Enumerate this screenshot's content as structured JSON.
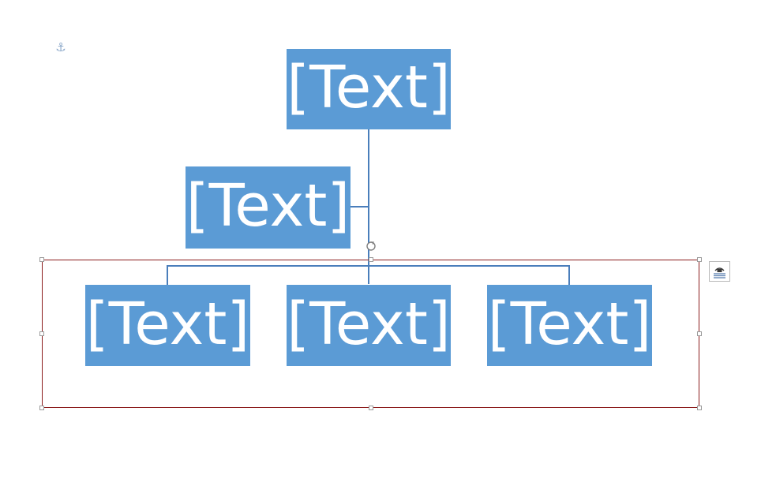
{
  "smartart": {
    "top_node": {
      "text": "[Text]"
    },
    "assistant_node": {
      "text": "[Text]"
    },
    "child_nodes": [
      {
        "text": "[Text]"
      },
      {
        "text": "[Text]"
      },
      {
        "text": "[Text]"
      }
    ]
  },
  "colors": {
    "node_fill": "#5b9bd5",
    "connector": "#4a7ebb",
    "selection_border": "#8b1c1c"
  },
  "icons": {
    "anchor": "anchor-icon",
    "rotate": "rotate-handle-icon",
    "layout_options": "layout-options-icon"
  }
}
